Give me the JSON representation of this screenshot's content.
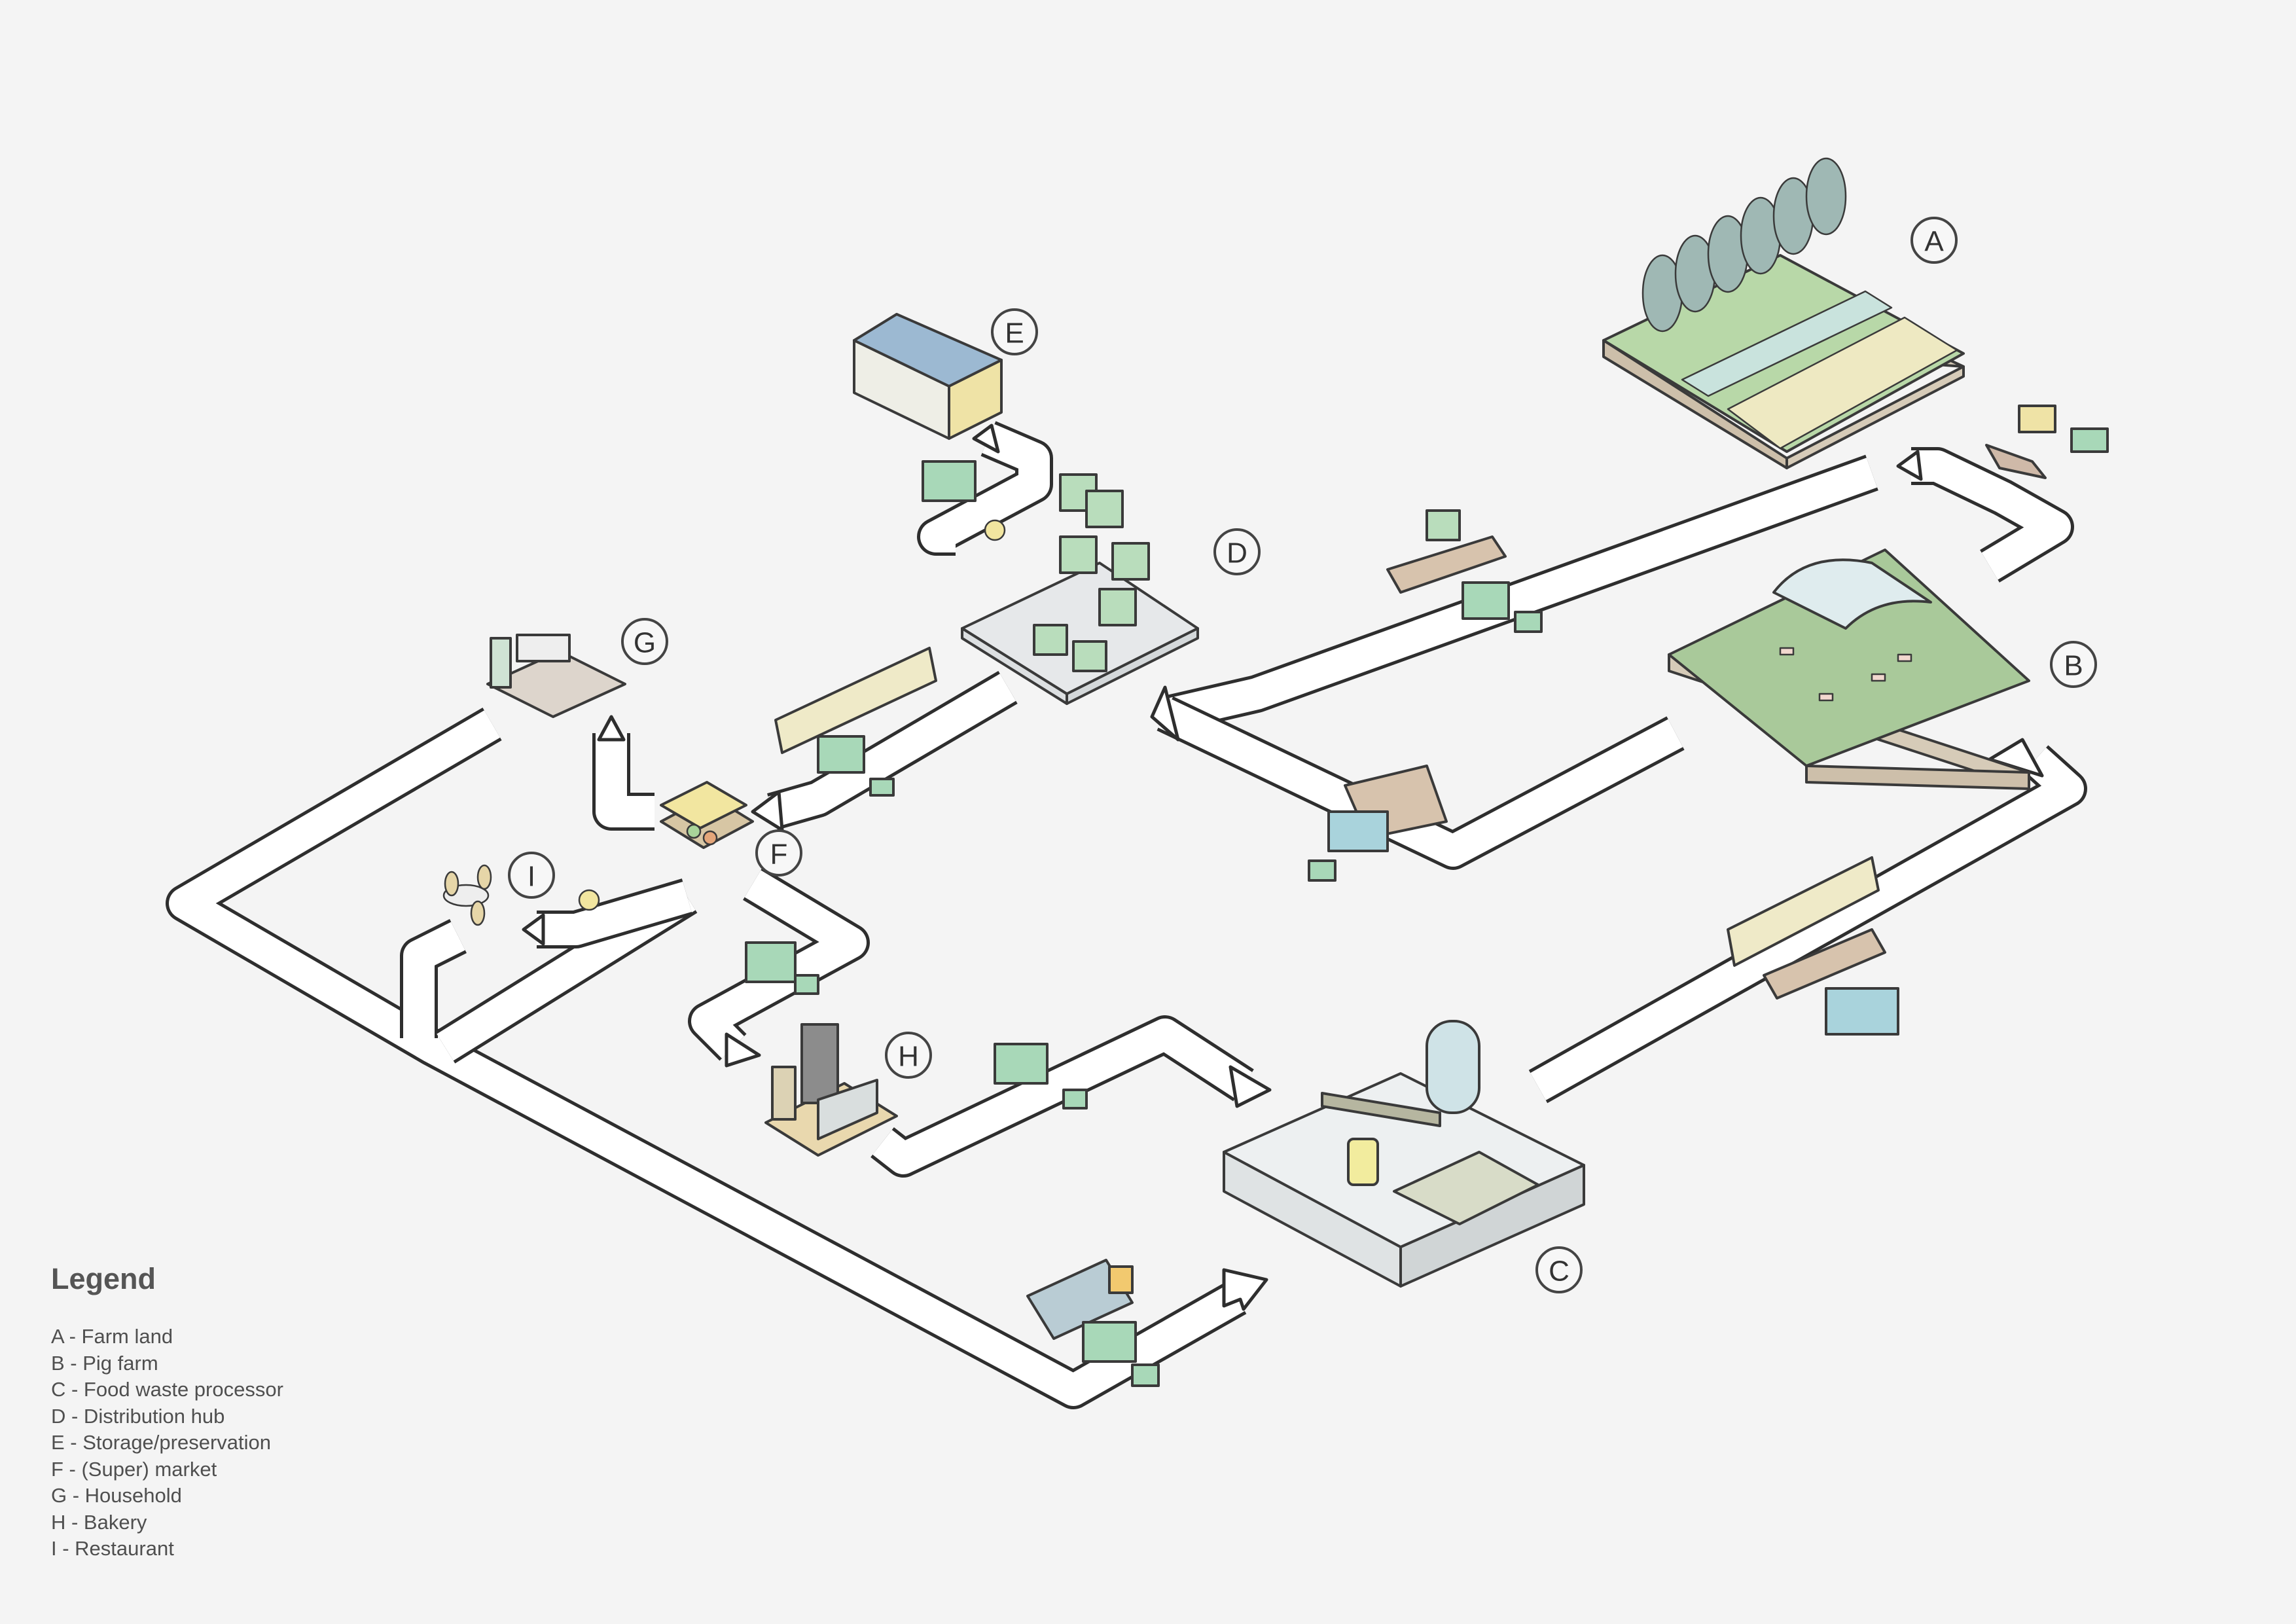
{
  "nodes": [
    {
      "letter": "A"
    },
    {
      "letter": "B"
    },
    {
      "letter": "C"
    },
    {
      "letter": "D"
    },
    {
      "letter": "E"
    },
    {
      "letter": "F"
    },
    {
      "letter": "G"
    },
    {
      "letter": "H"
    },
    {
      "letter": "I"
    }
  ],
  "legend": {
    "title": "Legend",
    "items": [
      "A - Farm land",
      "B - Pig farm",
      "C - Food waste processor",
      "D - Distribution hub",
      "E - Storage/preservation",
      "F - (Super) market",
      "G - Household",
      "H - Bakery",
      "I - Restaurant"
    ]
  },
  "colors": {
    "background": "#f4f4f4",
    "road": "#ffffff",
    "grass": "#b9d8a8",
    "soil": "#d8cfc1",
    "vehicle_green": "#a8d8b8",
    "vehicle_blue": "#a9d3dc",
    "yellow": "#f2e6a0",
    "tree": "#9fb8b4"
  }
}
